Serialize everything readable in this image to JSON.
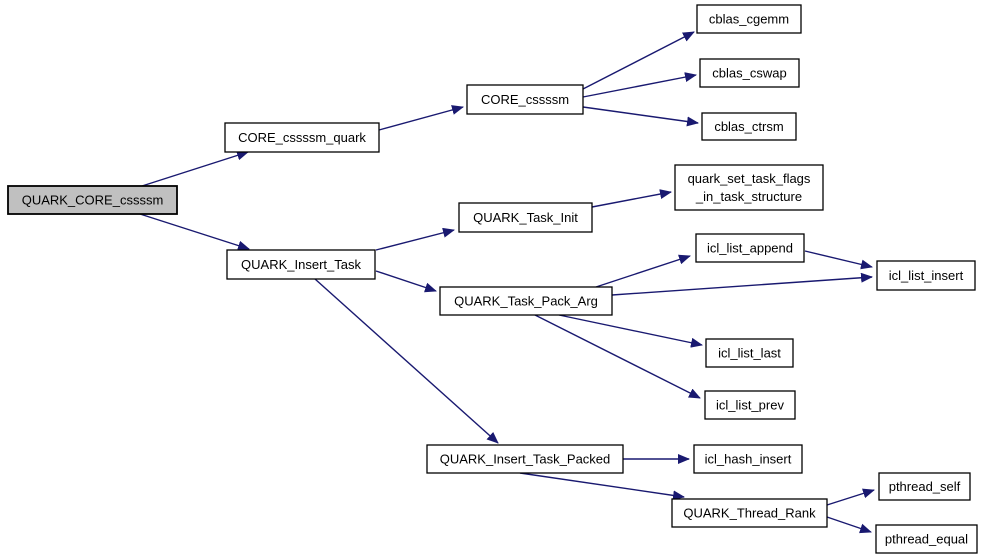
{
  "diagram": {
    "type": "call-graph",
    "root": "QUARK_CORE_cssssm",
    "colors": {
      "edge": "#191970",
      "node_fill": "#ffffff",
      "node_border": "#000000",
      "root_node_fill": "#c0c0c0",
      "text": "#000000",
      "background": "#ffffff"
    },
    "nodes": {
      "quark_core_cssssm": {
        "label": "QUARK_CORE_cssssm"
      },
      "core_cssssm_quark": {
        "label": "CORE_cssssm_quark"
      },
      "core_cssssm": {
        "label": "CORE_cssssm"
      },
      "cblas_cgemm": {
        "label": "cblas_cgemm"
      },
      "cblas_cswap": {
        "label": "cblas_cswap"
      },
      "cblas_ctrsm": {
        "label": "cblas_ctrsm"
      },
      "quark_insert_task": {
        "label": "QUARK_Insert_Task"
      },
      "quark_task_init": {
        "label": "QUARK_Task_Init"
      },
      "quark_set_task_flags_in_task_structure": {
        "line1": "quark_set_task_flags",
        "line2": "_in_task_structure"
      },
      "quark_task_pack_arg": {
        "label": "QUARK_Task_Pack_Arg"
      },
      "icl_list_append": {
        "label": "icl_list_append"
      },
      "icl_list_insert": {
        "label": "icl_list_insert"
      },
      "icl_list_last": {
        "label": "icl_list_last"
      },
      "icl_list_prev": {
        "label": "icl_list_prev"
      },
      "quark_insert_task_packed": {
        "label": "QUARK_Insert_Task_Packed"
      },
      "icl_hash_insert": {
        "label": "icl_hash_insert"
      },
      "quark_thread_rank": {
        "label": "QUARK_Thread_Rank"
      },
      "pthread_self": {
        "label": "pthread_self"
      },
      "pthread_equal": {
        "label": "pthread_equal"
      }
    },
    "edges": [
      {
        "from": "QUARK_CORE_cssssm",
        "to": "CORE_cssssm_quark"
      },
      {
        "from": "QUARK_CORE_cssssm",
        "to": "QUARK_Insert_Task"
      },
      {
        "from": "CORE_cssssm_quark",
        "to": "CORE_cssssm"
      },
      {
        "from": "CORE_cssssm",
        "to": "cblas_cgemm"
      },
      {
        "from": "CORE_cssssm",
        "to": "cblas_cswap"
      },
      {
        "from": "CORE_cssssm",
        "to": "cblas_ctrsm"
      },
      {
        "from": "QUARK_Insert_Task",
        "to": "QUARK_Task_Init"
      },
      {
        "from": "QUARK_Insert_Task",
        "to": "QUARK_Task_Pack_Arg"
      },
      {
        "from": "QUARK_Insert_Task",
        "to": "QUARK_Insert_Task_Packed"
      },
      {
        "from": "QUARK_Task_Init",
        "to": "quark_set_task_flags_in_task_structure"
      },
      {
        "from": "QUARK_Task_Pack_Arg",
        "to": "icl_list_append"
      },
      {
        "from": "QUARK_Task_Pack_Arg",
        "to": "icl_list_insert"
      },
      {
        "from": "QUARK_Task_Pack_Arg",
        "to": "icl_list_last"
      },
      {
        "from": "QUARK_Task_Pack_Arg",
        "to": "icl_list_prev"
      },
      {
        "from": "icl_list_append",
        "to": "icl_list_insert"
      },
      {
        "from": "QUARK_Insert_Task_Packed",
        "to": "icl_hash_insert"
      },
      {
        "from": "QUARK_Insert_Task_Packed",
        "to": "QUARK_Thread_Rank"
      },
      {
        "from": "QUARK_Thread_Rank",
        "to": "pthread_self"
      },
      {
        "from": "QUARK_Thread_Rank",
        "to": "pthread_equal"
      }
    ]
  }
}
